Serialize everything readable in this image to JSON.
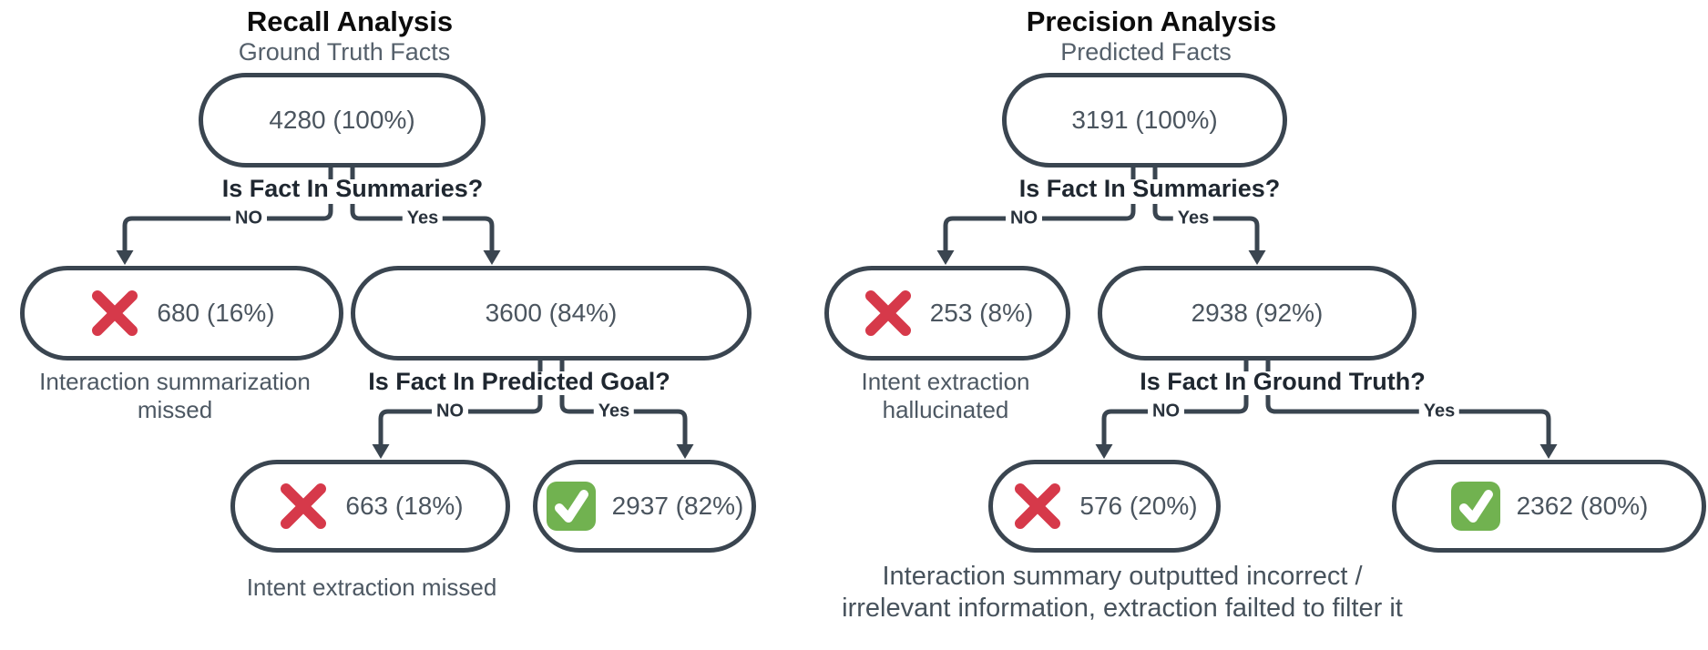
{
  "colors": {
    "line": "#3a4550",
    "node_border": "#3a4550",
    "node_text": "#4b555f",
    "title_text": "#0c0c0c",
    "subtitle_text": "#55606b",
    "question_text": "#1f2730",
    "caption_text": "#4d5863",
    "x_icon": "#d6394a",
    "check_icon_bg": "#71b250",
    "check_icon_mark": "#ffffff"
  },
  "trees": [
    {
      "title": "Recall Analysis",
      "subtitle": "Ground Truth Facts",
      "root_label": "4280 (100%)",
      "question1": "Is Fact In Summaries?",
      "question2": "Is Fact In Predicted Goal?",
      "no_text": "NO",
      "yes_text": "Yes",
      "level1_no_label": "680 (16%)",
      "level1_no_caption": "Interaction summarization\nmissed",
      "level1_yes_label": "3600 (84%)",
      "level2_no_label": "663 (18%)",
      "level2_no_caption": "Intent extraction missed",
      "level2_yes_label": "2937 (82%)"
    },
    {
      "title": "Precision Analysis",
      "subtitle": "Predicted Facts",
      "root_label": "3191 (100%)",
      "question1": "Is Fact In Summaries?",
      "question2": "Is Fact In Ground Truth?",
      "no_text": "NO",
      "yes_text": "Yes",
      "level1_no_label": "253 (8%)",
      "level1_no_caption": "Intent extraction\nhallucinated",
      "level1_yes_label": "2938 (92%)",
      "level2_no_label": "576 (20%)",
      "level2_yes_label": "2362 (80%)",
      "footer_caption": "Interaction summary outputted incorrect /\nirrelevant information, extraction failted to filter it"
    }
  ]
}
